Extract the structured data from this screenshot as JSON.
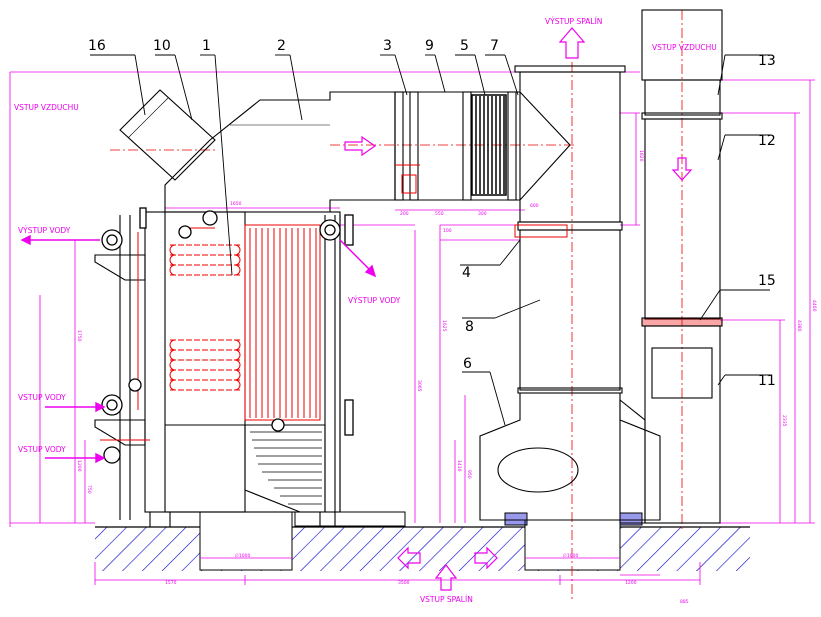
{
  "labels": {
    "vystup_spalin_top": "VÝSTUP SPALÍN",
    "vstup_vzduchu_right": "VSTUP VZDUCHU",
    "vstup_vzduchu_left": "VSTUP VZDUCHU",
    "vystup_vody_left": "VÝSTUP VODY",
    "vystup_vody_mid": "VÝSTUP VODY",
    "vstup_vody_1": "VSTUP VODY",
    "vstup_vody_2": "VSTUP VODY",
    "vstup_spalin_bottom": "VSTUP SPALÍN"
  },
  "callouts": {
    "n16": "16",
    "n10": "10",
    "n1": "1",
    "n2": "2",
    "n3": "3",
    "n9": "9",
    "n5": "5",
    "n7": "7",
    "n13": "13",
    "n12": "12",
    "n4": "4",
    "n8": "8",
    "n15": "15",
    "n6": "6",
    "n11": "11"
  },
  "dims": {
    "d1": "1650",
    "d2": "200",
    "d3": "550",
    "d4": "300",
    "d5": "600",
    "d6": "1820",
    "d7": "100",
    "d8": "1625",
    "d9": "3065",
    "d10": "1750",
    "d11": "1200",
    "d12": "750",
    "d13": "1410",
    "d14": "950",
    "d15": "4380",
    "d16": "4460",
    "d17": "2335",
    "d18": "1570",
    "d19": "3500",
    "d20": "1200",
    "d21": "∅1000",
    "d22": "∅1000",
    "d23": "885"
  },
  "colors": {
    "outline": "#000000",
    "dimension": "#ee00ee",
    "detail": "#ee0000",
    "hatch": "#0000cc"
  }
}
